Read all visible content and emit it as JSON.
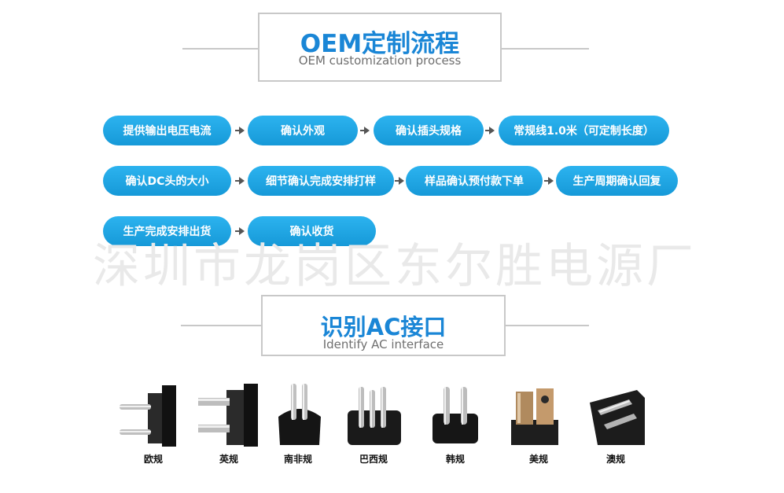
{
  "oem_header": {
    "title": "OEM定制流程",
    "subtitle": "OEM customization process"
  },
  "process": {
    "row1": [
      "提供输出电压电流",
      "确认外观",
      "确认插头规格",
      "常规线1.0米（可定制长度）"
    ],
    "row2": [
      "确认DC头的大小",
      "细节确认完成安排打样",
      "样品确认预付款下单",
      "生产周期确认回复"
    ],
    "row3": [
      "生产完成安排出货",
      "确认收货"
    ]
  },
  "watermark": "深圳市龙岗区东尔胜电源厂",
  "ac_header": {
    "title": "识别AC接口",
    "subtitle": "Identify AC interface"
  },
  "plugs": [
    {
      "label": "欧规",
      "icon": "eu-plug-icon"
    },
    {
      "label": "英规",
      "icon": "uk-plug-icon"
    },
    {
      "label": "南非规",
      "icon": "south-africa-plug-icon"
    },
    {
      "label": "巴西规",
      "icon": "brazil-plug-icon"
    },
    {
      "label": "韩规",
      "icon": "korea-plug-icon"
    },
    {
      "label": "美规",
      "icon": "us-plug-icon"
    },
    {
      "label": "澳规",
      "icon": "au-plug-icon"
    }
  ],
  "colors": {
    "accent": "#1a86d6",
    "pill": "#1ea4e2",
    "line": "#c8c8c8"
  }
}
